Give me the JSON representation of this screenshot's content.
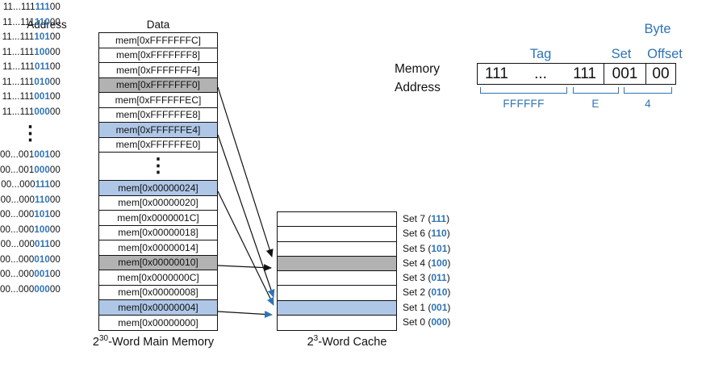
{
  "headers": {
    "address": "Address",
    "data": "Data"
  },
  "memory": {
    "ellipsis": "⋮",
    "caption": {
      "base": "2",
      "exp": "30",
      "rest": "-Word Main Memory"
    },
    "rows": [
      {
        "pre": "11...111",
        "set": "111",
        "post": "00",
        "data": "mem[0xFFFFFFFC]",
        "hl": "none"
      },
      {
        "pre": "11...111",
        "set": "110",
        "post": "00",
        "data": "mem[0xFFFFFFF8]",
        "hl": "none"
      },
      {
        "pre": "11...111",
        "set": "101",
        "post": "00",
        "data": "mem[0xFFFFFFF4]",
        "hl": "none"
      },
      {
        "pre": "11...111",
        "set": "100",
        "post": "00",
        "data": "mem[0xFFFFFFF0]",
        "hl": "gray"
      },
      {
        "pre": "11...111",
        "set": "011",
        "post": "00",
        "data": "mem[0xFFFFFFEC]",
        "hl": "none"
      },
      {
        "pre": "11...111",
        "set": "010",
        "post": "00",
        "data": "mem[0xFFFFFFE8]",
        "hl": "none"
      },
      {
        "pre": "11...111",
        "set": "001",
        "post": "00",
        "data": "mem[0xFFFFFFE4]",
        "hl": "blue"
      },
      {
        "pre": "11...111",
        "set": "000",
        "post": "00",
        "data": "mem[0xFFFFFFE0]",
        "hl": "none"
      },
      {
        "pre": "00...001",
        "set": "001",
        "post": "00",
        "data": "mem[0x00000024]",
        "hl": "blue"
      },
      {
        "pre": "00...001",
        "set": "000",
        "post": "00",
        "data": "mem[0x00000020]",
        "hl": "none"
      },
      {
        "pre": "00...000",
        "set": "111",
        "post": "00",
        "data": "mem[0x0000001C]",
        "hl": "none"
      },
      {
        "pre": "00...000",
        "set": "110",
        "post": "00",
        "data": "mem[0x00000018]",
        "hl": "none"
      },
      {
        "pre": "00...000",
        "set": "101",
        "post": "00",
        "data": "mem[0x00000014]",
        "hl": "none"
      },
      {
        "pre": "00...000",
        "set": "100",
        "post": "00",
        "data": "mem[0x00000010]",
        "hl": "gray"
      },
      {
        "pre": "00...000",
        "set": "011",
        "post": "00",
        "data": "mem[0x0000000C]",
        "hl": "none"
      },
      {
        "pre": "00...000",
        "set": "010",
        "post": "00",
        "data": "mem[0x00000008]",
        "hl": "none"
      },
      {
        "pre": "00...000",
        "set": "001",
        "post": "00",
        "data": "mem[0x00000004]",
        "hl": "blue"
      },
      {
        "pre": "00...000",
        "set": "000",
        "post": "00",
        "data": "mem[0x00000000]",
        "hl": "none"
      }
    ]
  },
  "cache": {
    "caption": {
      "base": "2",
      "exp": "3",
      "rest": "-Word Cache"
    },
    "sets": [
      {
        "prefix": "Set 7 (",
        "bits": "111",
        "suffix": ")"
      },
      {
        "prefix": "Set 6 (",
        "bits": "110",
        "suffix": ")"
      },
      {
        "prefix": "Set 5 (",
        "bits": "101",
        "suffix": ")"
      },
      {
        "prefix": "Set 4 (",
        "bits": "100",
        "suffix": ")"
      },
      {
        "prefix": "Set 3 (",
        "bits": "011",
        "suffix": ")"
      },
      {
        "prefix": "Set 2 (",
        "bits": "010",
        "suffix": ")"
      },
      {
        "prefix": "Set 1 (",
        "bits": "001",
        "suffix": ")"
      },
      {
        "prefix": "Set 0 (",
        "bits": "000",
        "suffix": ")"
      }
    ]
  },
  "address_field": {
    "label_line1": "Memory",
    "label_line2": "Address",
    "byte_label": "Byte",
    "tag_label": "Tag",
    "set_label": "Set",
    "offset_label": "Offset",
    "tag_left": "111",
    "tag_dots": "...",
    "tag_right": "111",
    "set_bits": "001",
    "offset_bits": "00",
    "bracket_tag_label": "FFFFFF",
    "bracket_mid_label": "E",
    "bracket_low_label": "4"
  },
  "colors": {
    "accent_blue": "#2E74B5",
    "highlight_blue": "#AFC7E7",
    "highlight_gray": "#B2B2B2",
    "line": "#111111"
  }
}
